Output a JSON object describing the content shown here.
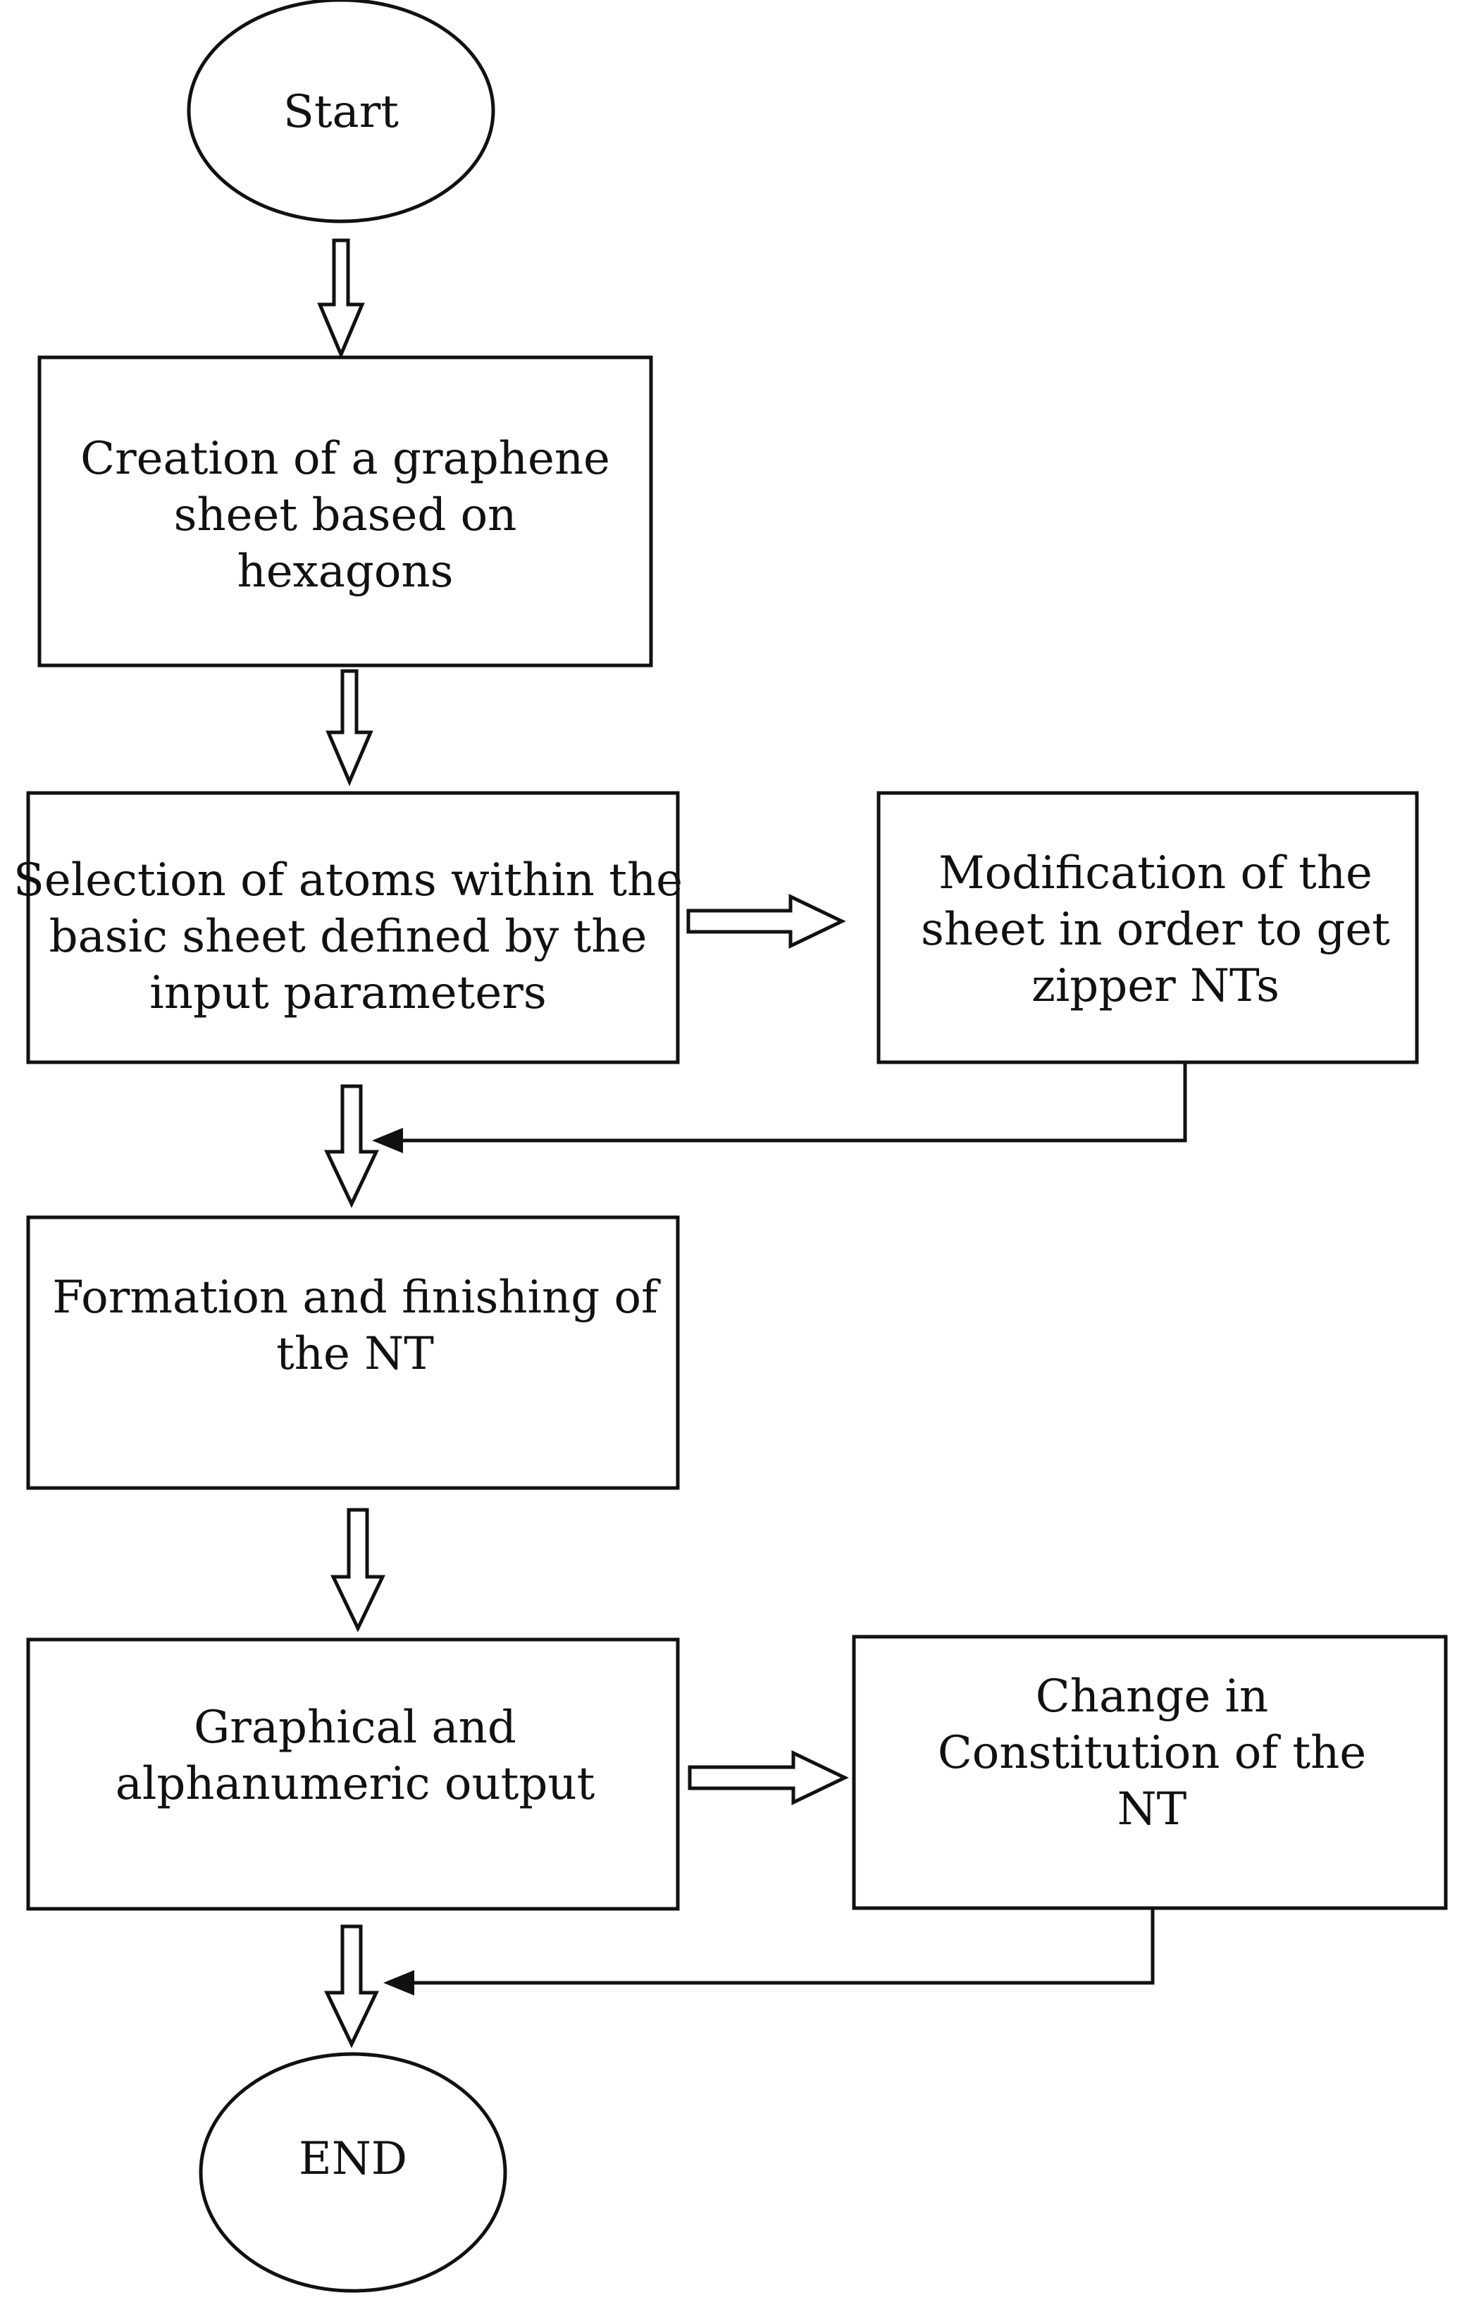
{
  "diagram": {
    "type": "flowchart",
    "nodes": {
      "start": {
        "shape": "ellipse",
        "label": "Start"
      },
      "creation": {
        "shape": "rectangle",
        "lines": [
          "Creation of a graphene",
          "sheet based on",
          "hexagons"
        ]
      },
      "selection": {
        "shape": "rectangle",
        "lines": [
          "Selection of atoms within the",
          "basic sheet defined by the",
          "input parameters"
        ]
      },
      "modification": {
        "shape": "rectangle",
        "lines": [
          "Modification of the",
          "sheet in order to get",
          "zipper NTs"
        ]
      },
      "formation": {
        "shape": "rectangle",
        "lines": [
          "Formation and finishing of",
          "the NT"
        ]
      },
      "output": {
        "shape": "rectangle",
        "lines": [
          "Graphical and",
          "alphanumeric output"
        ]
      },
      "change": {
        "shape": "rectangle",
        "lines": [
          "Change in",
          "Constitution of the",
          "NT"
        ]
      },
      "end": {
        "shape": "ellipse",
        "label": "END"
      }
    },
    "edges": [
      {
        "from": "start",
        "to": "creation",
        "style": "hollow-arrow"
      },
      {
        "from": "creation",
        "to": "selection",
        "style": "hollow-arrow"
      },
      {
        "from": "selection",
        "to": "modification",
        "style": "hollow-arrow"
      },
      {
        "from": "modification",
        "to": "formation",
        "style": "line-arrow"
      },
      {
        "from": "selection",
        "to": "formation",
        "style": "hollow-arrow"
      },
      {
        "from": "formation",
        "to": "output",
        "style": "hollow-arrow"
      },
      {
        "from": "output",
        "to": "change",
        "style": "hollow-arrow"
      },
      {
        "from": "change",
        "to": "end",
        "style": "line-arrow"
      },
      {
        "from": "output",
        "to": "end",
        "style": "hollow-arrow"
      }
    ],
    "colors": {
      "stroke": "#111111",
      "fill": "#ffffff",
      "text": "#111111"
    }
  }
}
